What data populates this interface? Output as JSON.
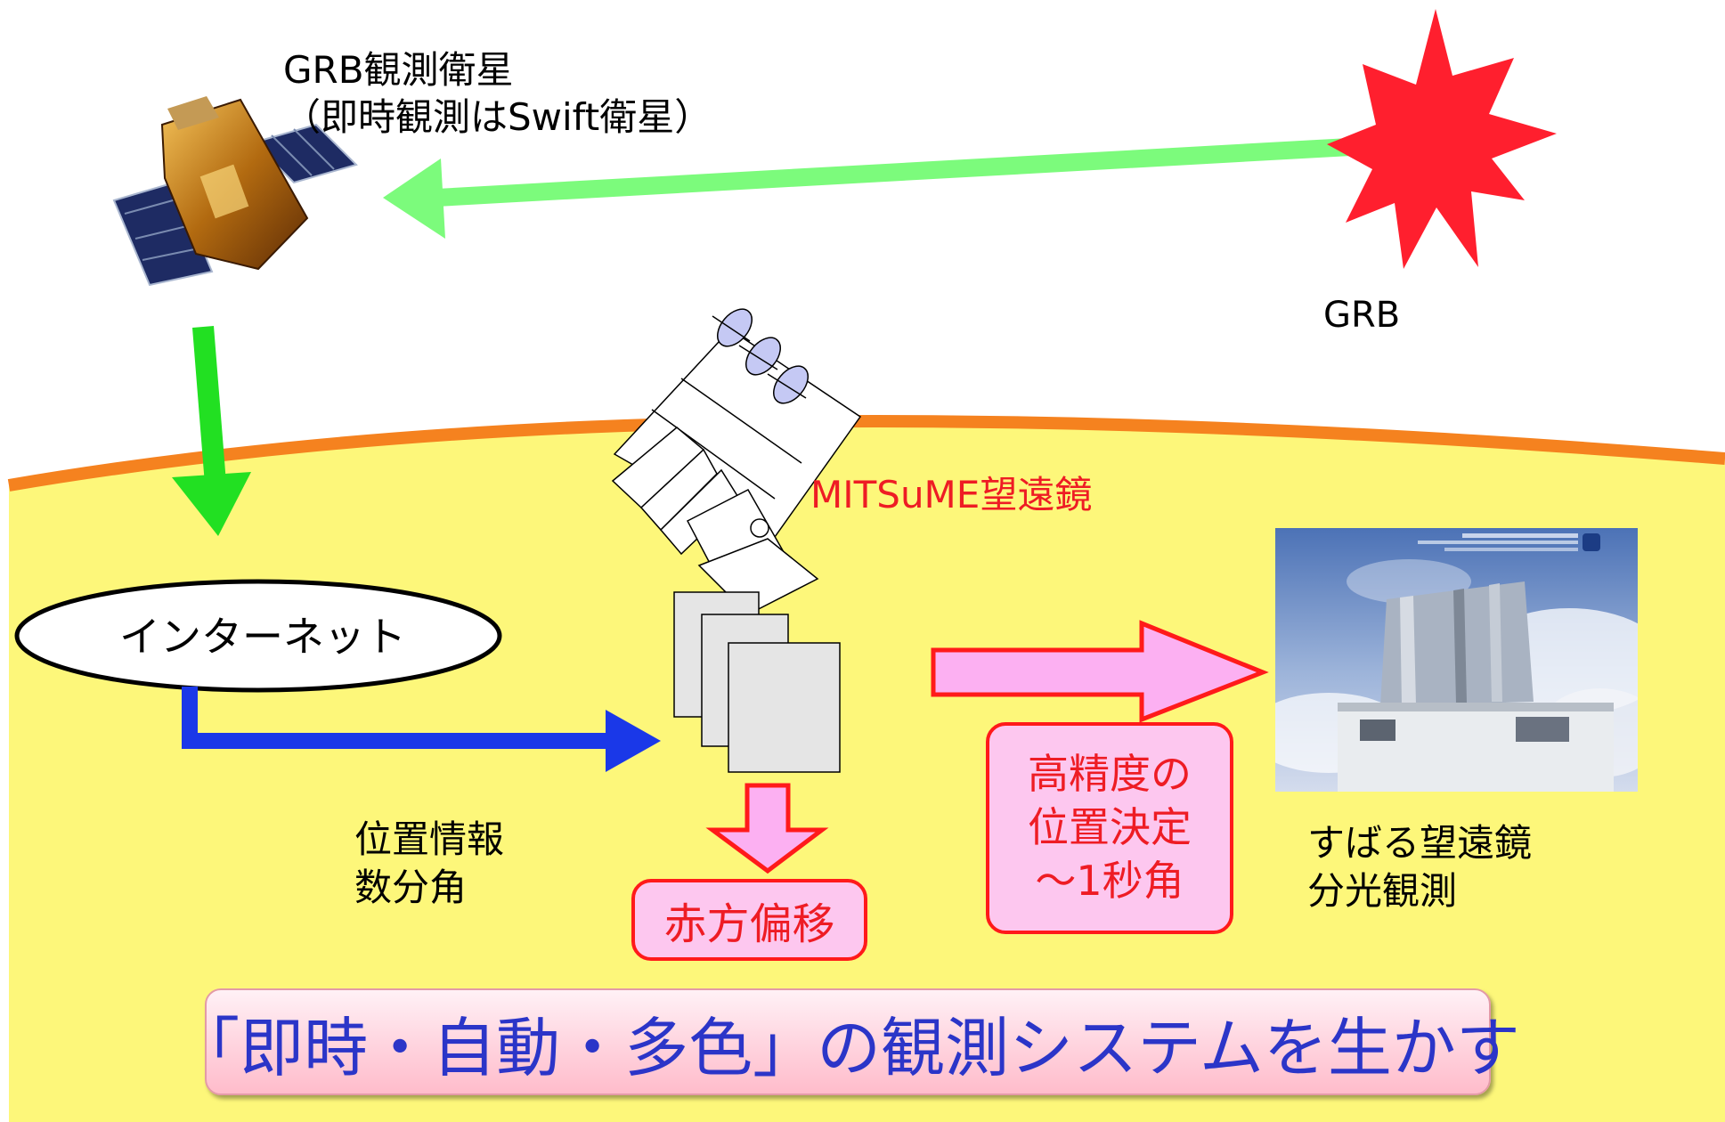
{
  "satellite": {
    "label_line1": "GRB観測衛星",
    "label_line2": "（即時観測はSwift衛星）"
  },
  "grb": {
    "label": "GRB"
  },
  "internet": {
    "label": "インターネット"
  },
  "position_info": {
    "line1": "位置情報",
    "line2": "数分角"
  },
  "mitsume": {
    "label": "MITSuME望遠鏡"
  },
  "offset_box": {
    "label": "赤方偏移"
  },
  "precision_box": {
    "line1": "高精度の",
    "line2": "位置決定",
    "line3": "～1秒角"
  },
  "subaru": {
    "line1": "すばる望遠鏡",
    "line2": "分光観測"
  },
  "banner": {
    "text": "「即時・自動・多色」の観測システムを生かす"
  },
  "colors": {
    "ground": "#fdf77a",
    "horizon": "#f5821f",
    "green_arrow": "#7cfb7c",
    "blue_arrow": "#1a38e8",
    "pink_arrow": "#fcb0f2",
    "red_outline": "#ff1a1a",
    "burst": "#ff1f2e",
    "banner_text": "#2b35c8"
  }
}
